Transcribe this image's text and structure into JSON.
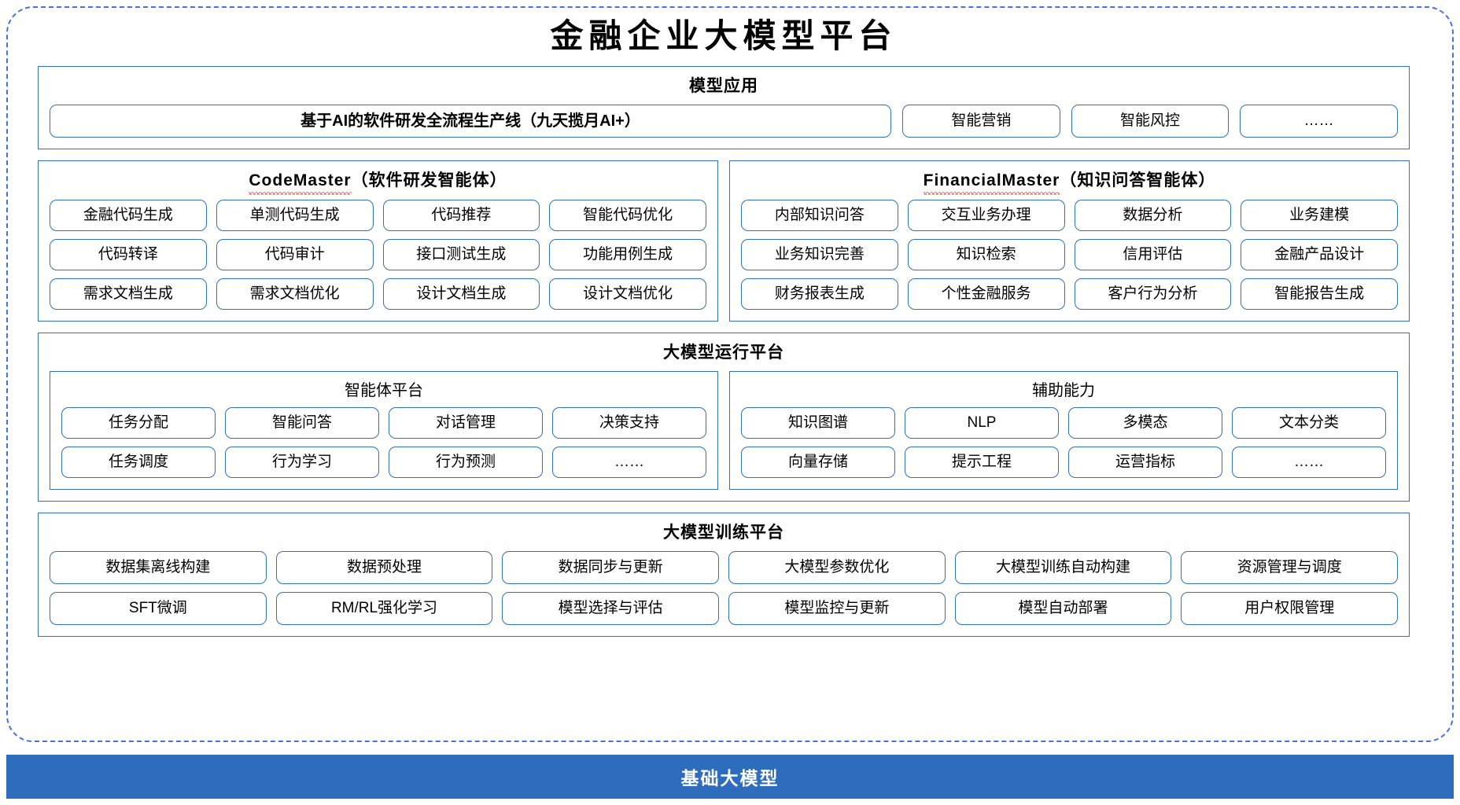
{
  "title": "金融企业大模型平台",
  "app_layer": {
    "title": "模型应用",
    "primary": "基于AI的软件研发全流程生产线（九天揽月AI+）",
    "items": [
      "智能营销",
      "智能风控",
      "……"
    ]
  },
  "agents": [
    {
      "name_en": "CodeMaster",
      "name_cn": "（软件研发智能体）",
      "rows": [
        [
          "金融代码生成",
          "单测代码生成",
          "代码推荐",
          "智能代码优化"
        ],
        [
          "代码转译",
          "代码审计",
          "接口测试生成",
          "功能用例生成"
        ],
        [
          "需求文档生成",
          "需求文档优化",
          "设计文档生成",
          "设计文档优化"
        ]
      ]
    },
    {
      "name_en": "FinancialMaster",
      "name_cn": "（知识问答智能体）",
      "rows": [
        [
          "内部知识问答",
          "交互业务办理",
          "数据分析",
          "业务建模"
        ],
        [
          "业务知识完善",
          "知识检索",
          "信用评估",
          "金融产品设计"
        ],
        [
          "财务报表生成",
          "个性金融服务",
          "客户行为分析",
          "智能报告生成"
        ]
      ]
    }
  ],
  "runtime": {
    "title": "大模型运行平台",
    "panels": [
      {
        "title": "智能体平台",
        "rows": [
          [
            "任务分配",
            "智能问答",
            "对话管理",
            "决策支持"
          ],
          [
            "任务调度",
            "行为学习",
            "行为预测",
            "……"
          ]
        ]
      },
      {
        "title": "辅助能力",
        "rows": [
          [
            "知识图谱",
            "NLP",
            "多模态",
            "文本分类"
          ],
          [
            "向量存储",
            "提示工程",
            "运营指标",
            "……"
          ]
        ]
      }
    ]
  },
  "training": {
    "title": "大模型训练平台",
    "rows": [
      [
        "数据集离线构建",
        "数据预处理",
        "数据同步与更新",
        "大模型参数优化",
        "大模型训练自动构建",
        "资源管理与调度"
      ],
      [
        "SFT微调",
        "RM/RL强化学习",
        "模型选择与评估",
        "模型监控与更新",
        "模型自动部署",
        "用户权限管理"
      ]
    ]
  },
  "base": {
    "label": "基础大模型"
  },
  "colors": {
    "frame_dashed": "#4472E4",
    "box_border": "#2E74B5",
    "base_bar": "#2E6DBE",
    "squiggle": "#E8453C"
  }
}
